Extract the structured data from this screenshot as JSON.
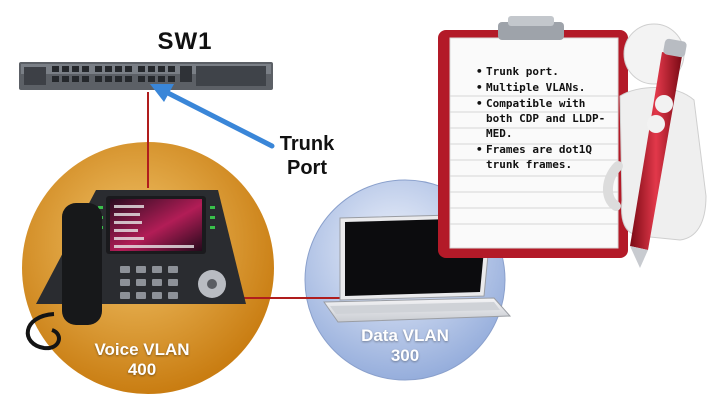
{
  "switch": {
    "label": "SW1",
    "icon": "network-switch-icon"
  },
  "trunk": {
    "line1": "Trunk",
    "line2": "Port",
    "arrow_color": "#3a86d8"
  },
  "phone": {
    "vlan_label": "Voice VLAN",
    "vlan_id": "400",
    "circle_color": "#d18a1c",
    "icon": "ip-phone-icon"
  },
  "laptop": {
    "vlan_label": "Data VLAN",
    "vlan_id": "300",
    "circle_color": "#b7c6ea",
    "icon": "laptop-icon"
  },
  "link_color": "#b01d1d",
  "clipboard": {
    "icon": "clipboard-icon",
    "notes": [
      "Trunk port.",
      "Multiple VLANs.",
      "Compatible with both CDP and LLDP-MED.",
      "Frames are dot1Q trunk frames."
    ]
  },
  "pen": {
    "icon": "pen-icon",
    "color": "#c0182a"
  }
}
